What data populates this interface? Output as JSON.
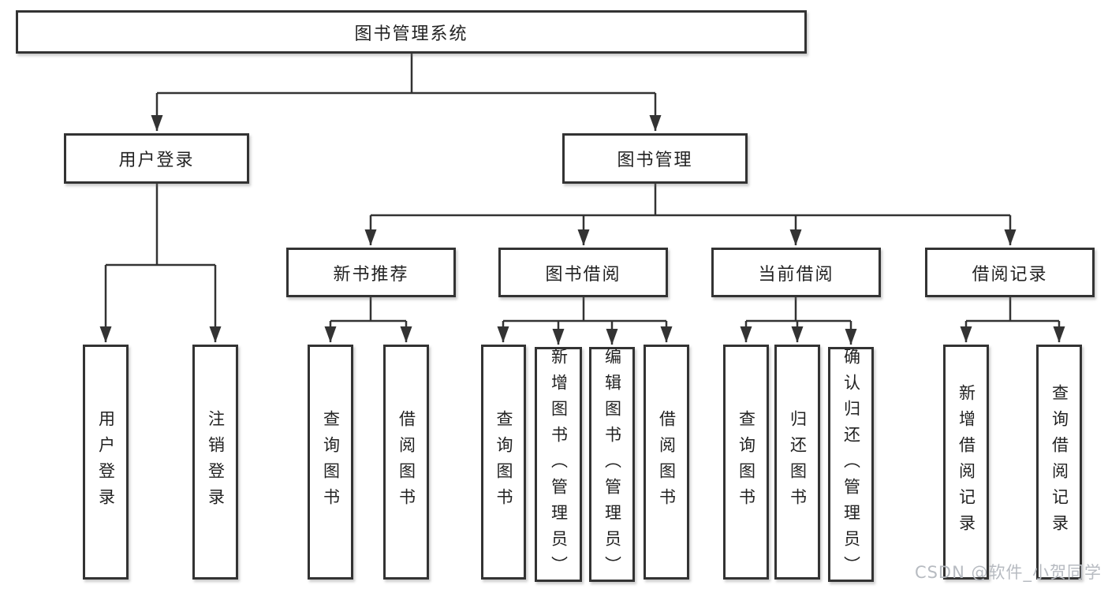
{
  "tree": {
    "root": {
      "label": "图书管理系统",
      "children": [
        {
          "label": "用户登录",
          "children": [
            {
              "label": "用户登录"
            },
            {
              "label": "注销登录"
            }
          ]
        },
        {
          "label": "图书管理",
          "children": [
            {
              "label": "新书推荐",
              "children": [
                {
                  "label": "查询图书"
                },
                {
                  "label": "借阅图书"
                }
              ]
            },
            {
              "label": "图书借阅",
              "children": [
                {
                  "label": "查询图书"
                },
                {
                  "label": "新增图书（管理员）"
                },
                {
                  "label": "编辑图书（管理员）"
                },
                {
                  "label": "借阅图书"
                }
              ]
            },
            {
              "label": "当前借阅",
              "children": [
                {
                  "label": "查询图书"
                },
                {
                  "label": "归还图书"
                },
                {
                  "label": "确认归还（管理员）"
                }
              ]
            },
            {
              "label": "借阅记录",
              "children": [
                {
                  "label": "新增借阅记录"
                },
                {
                  "label": "查询借阅记录"
                }
              ]
            }
          ]
        }
      ]
    }
  },
  "watermark": {
    "text": "CSDN @软件_小贺同学"
  },
  "colors": {
    "line": "#333333",
    "box_border": "#333333",
    "text": "#222222",
    "watermark": "#b7bbc1",
    "background": "#ffffff"
  }
}
